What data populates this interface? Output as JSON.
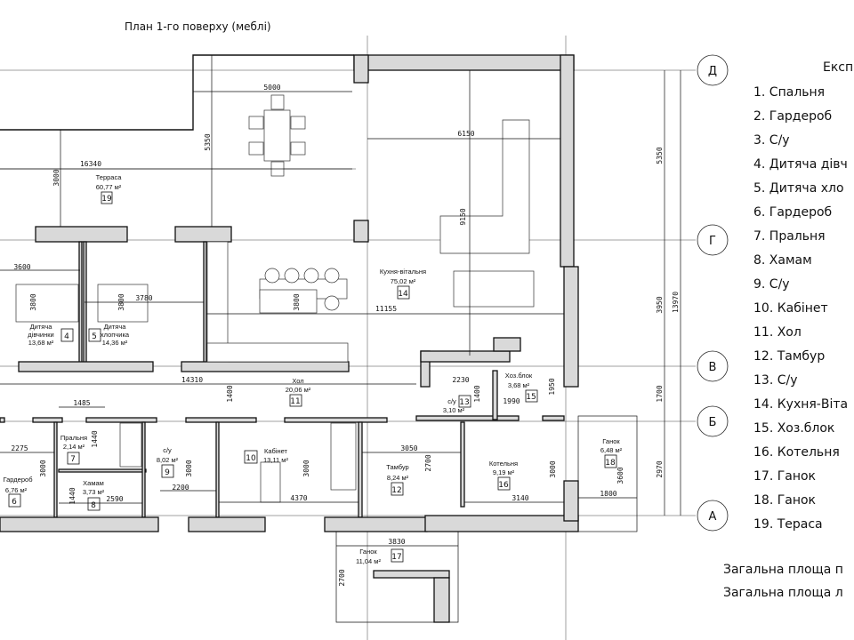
{
  "title": "План 1-го поверху (меблі)",
  "rooms": [
    {
      "id": "19",
      "name": "Терраса",
      "area": "60,77 м²"
    },
    {
      "id": "14",
      "name": "Кухня-вітальня",
      "area": "75,02 м²"
    },
    {
      "id": "4",
      "name_l1": "Дитяча",
      "name_l2": "дівчинки",
      "area": "13,68 м²"
    },
    {
      "id": "5",
      "name_l1": "Дитяча",
      "name_l2": "хлопчика",
      "area": "14,36 м²"
    },
    {
      "id": "11",
      "name": "Хол",
      "area": "20,06 м²"
    },
    {
      "id": "7",
      "name": "Пральня",
      "area": "2,14 м²"
    },
    {
      "id": "6",
      "name": "Гардероб",
      "area": "6,76 м²"
    },
    {
      "id": "8",
      "name": "Хамам",
      "area": "3,73 м²"
    },
    {
      "id": "9",
      "name": "с/у",
      "area": "8,02 м²"
    },
    {
      "id": "10",
      "name": "Кабінет",
      "area": "13,11 м²"
    },
    {
      "id": "12",
      "name": "Тамбур",
      "area": "8,24 м²"
    },
    {
      "id": "13",
      "name": "с/у",
      "area": "3,10 м²"
    },
    {
      "id": "15",
      "name": "Хоз.блок",
      "area": "3,68 м²"
    },
    {
      "id": "16",
      "name": "Котельня",
      "area": "9,19 м²"
    },
    {
      "id": "18",
      "name": "Ганок",
      "area": "6,48 м²"
    },
    {
      "id": "17",
      "name": "Ганок",
      "area": "11,04 м²"
    }
  ],
  "dims": [
    "5000",
    "5350",
    "16340",
    "3000",
    "6150",
    "9150",
    "3600",
    "3780",
    "3800",
    "3800",
    "3800",
    "11155",
    "14310",
    "1400",
    "1485",
    "2275",
    "3000",
    "1440",
    "1440",
    "2590",
    "2200",
    "3000",
    "4370",
    "3000",
    "3050",
    "2700",
    "3140",
    "3000",
    "2230",
    "1400",
    "1950",
    "1990",
    "1800",
    "3600",
    "3830",
    "2700"
  ],
  "axes": {
    "labels": [
      "Д",
      "Г",
      "В",
      "Б",
      "А"
    ],
    "dims": [
      "5350",
      "3950",
      "13970",
      "1700",
      "2970"
    ]
  },
  "legend": {
    "heading": "Експ",
    "items": [
      "1. Спальня",
      "2. Гардероб",
      "3. С/у",
      "4. Дитяча дівч",
      "5. Дитяча хло",
      "6. Гардероб",
      "7. Пральня",
      "8. Хамам",
      "9. С/у",
      "10. Кабінет",
      "11. Хол",
      "12. Тамбур",
      "13. С/у",
      "14. Кухня-Віта",
      "15. Хоз.блок",
      "16. Котельня",
      "17. Ганок",
      "18. Ганок",
      "19. Тераса"
    ]
  },
  "totals": [
    "Загальна площа п",
    "Загальна площа л"
  ]
}
